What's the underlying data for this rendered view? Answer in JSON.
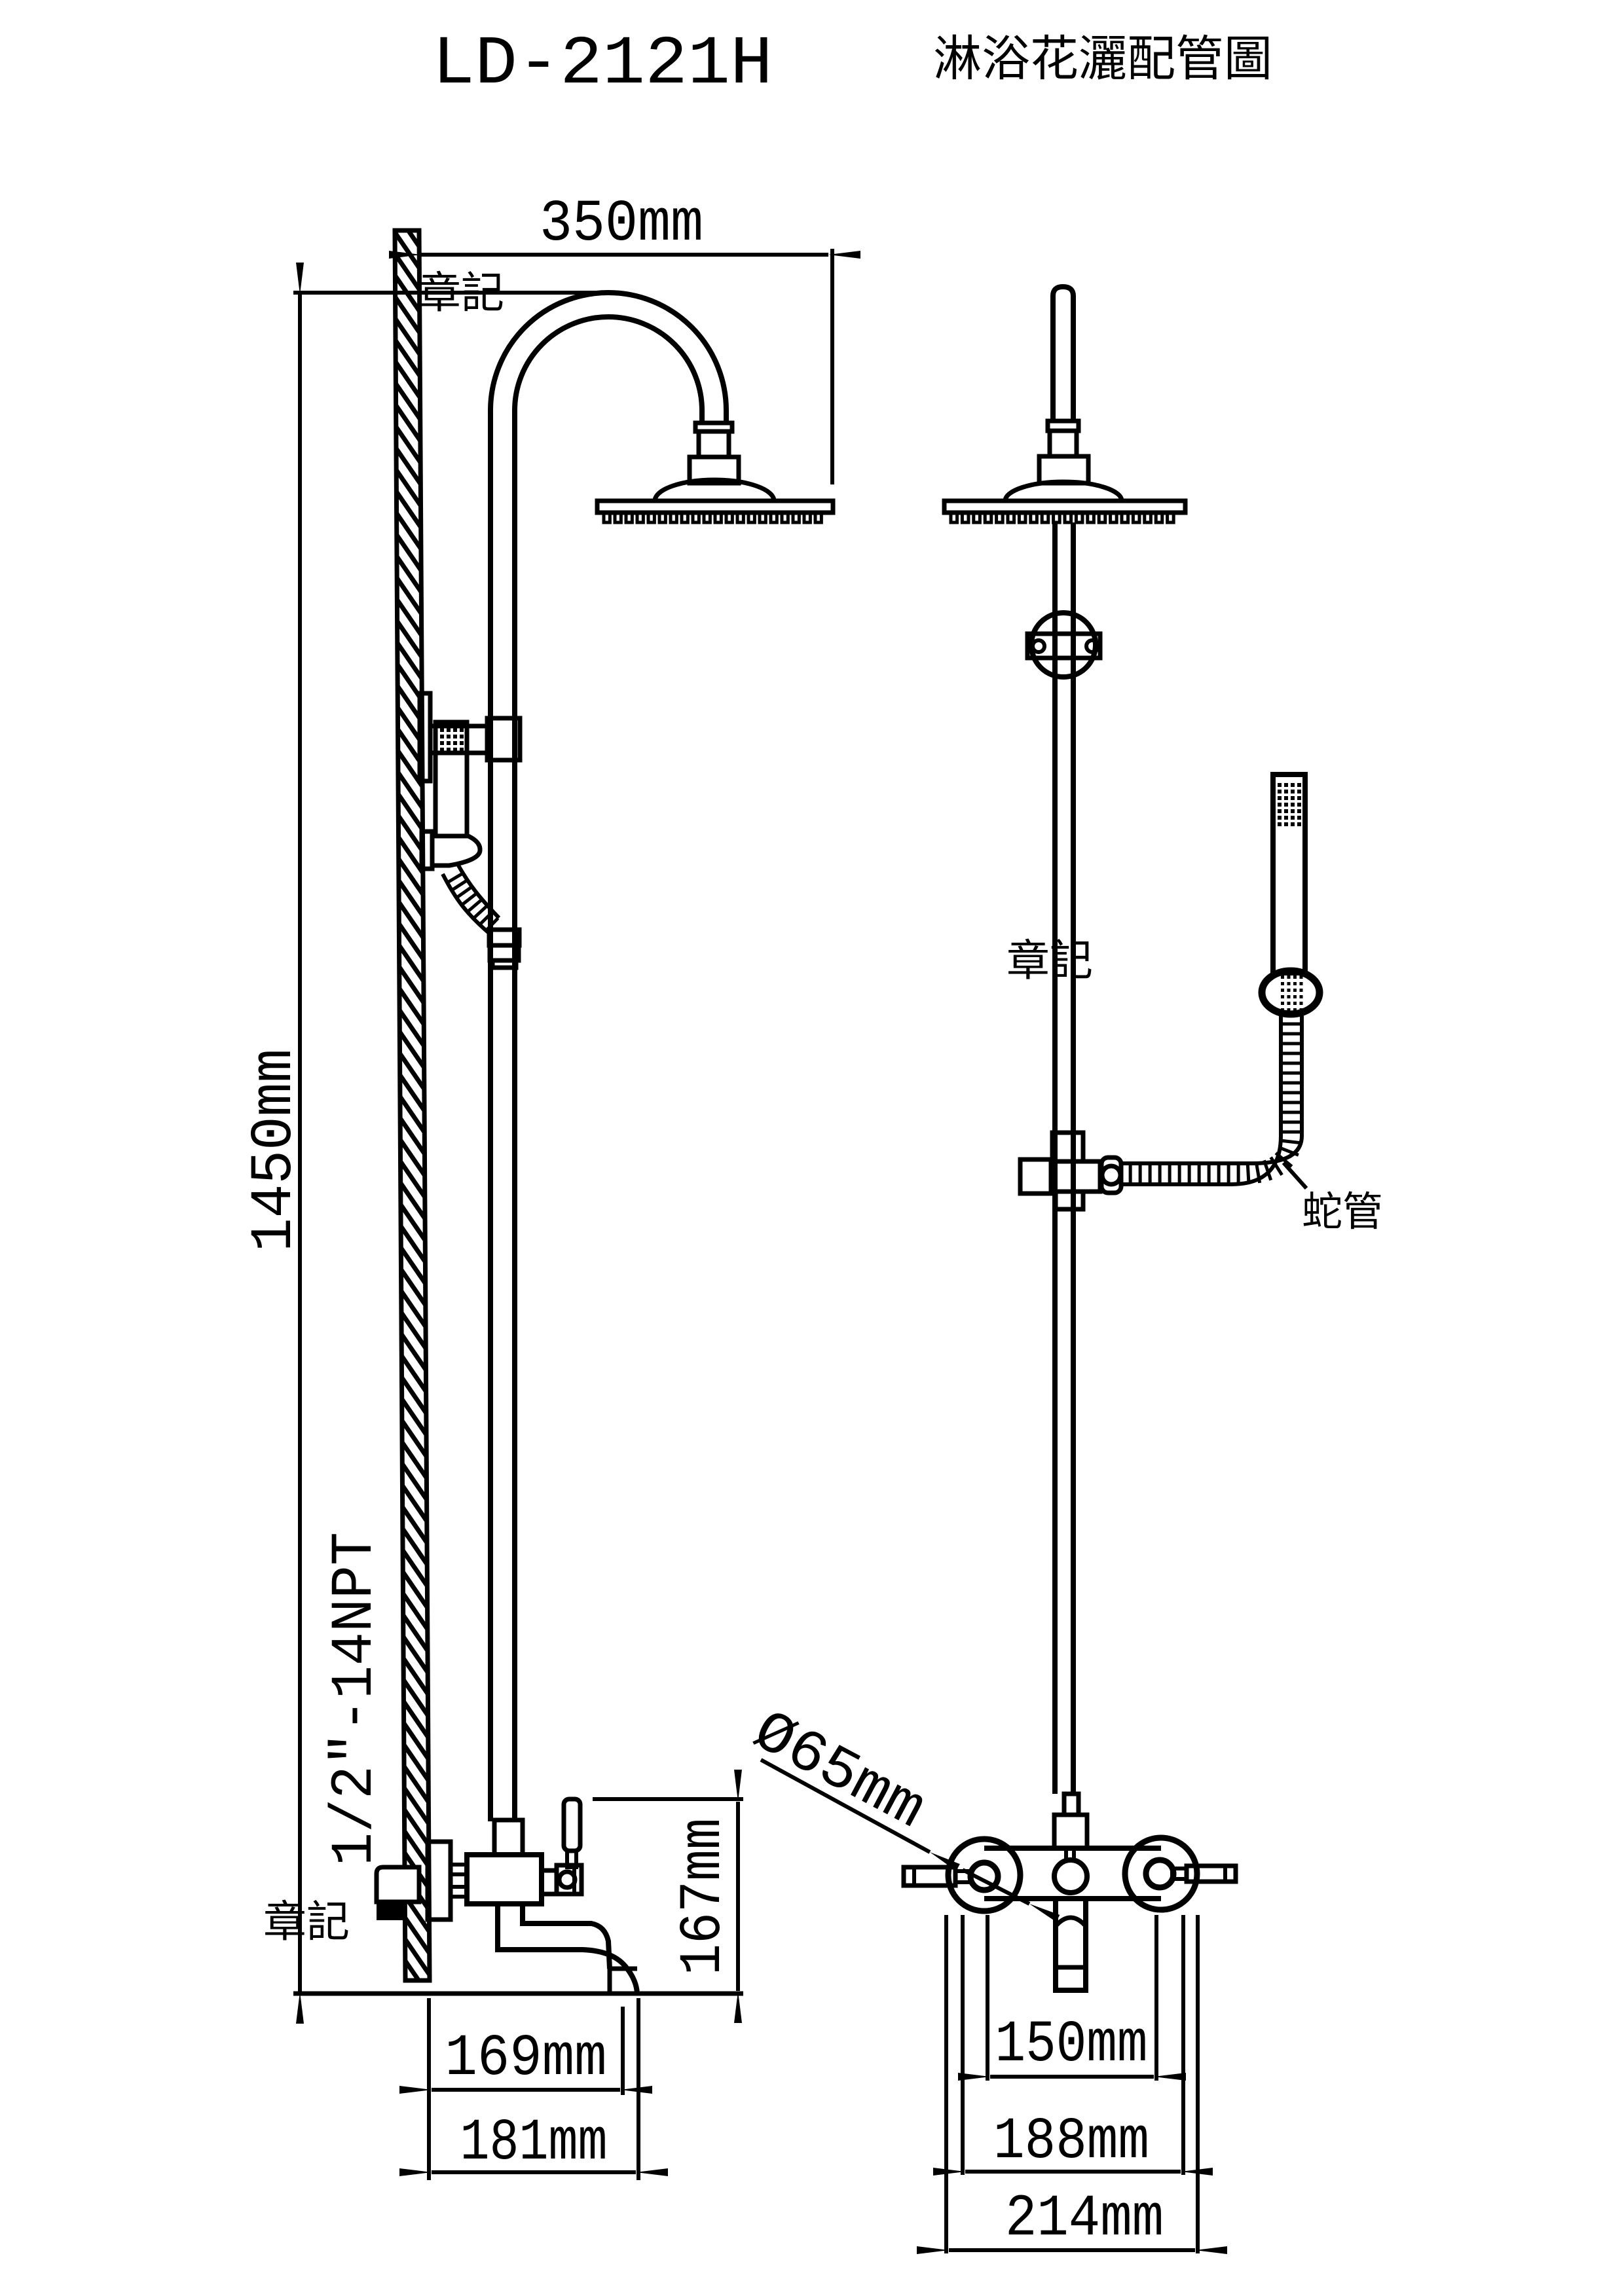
{
  "title": {
    "model": "LD-2121H",
    "subtitle": "淋浴花灑配管圖"
  },
  "labels": {
    "stamps": [
      "章記",
      "章記",
      "章記"
    ],
    "hose_label": "蛇管",
    "thread_spec": "1/2\"-14NPT"
  },
  "dims": {
    "arm_reach": "350mm",
    "total_height": "1450mm",
    "spout_height": "167mm",
    "spout_reach": "169mm",
    "spout_reach_total": "181mm",
    "valve_center_distance": "150mm",
    "escutcheon_span": "188mm",
    "overall_width": "214mm",
    "handle_diameter": "Ø65mm"
  }
}
